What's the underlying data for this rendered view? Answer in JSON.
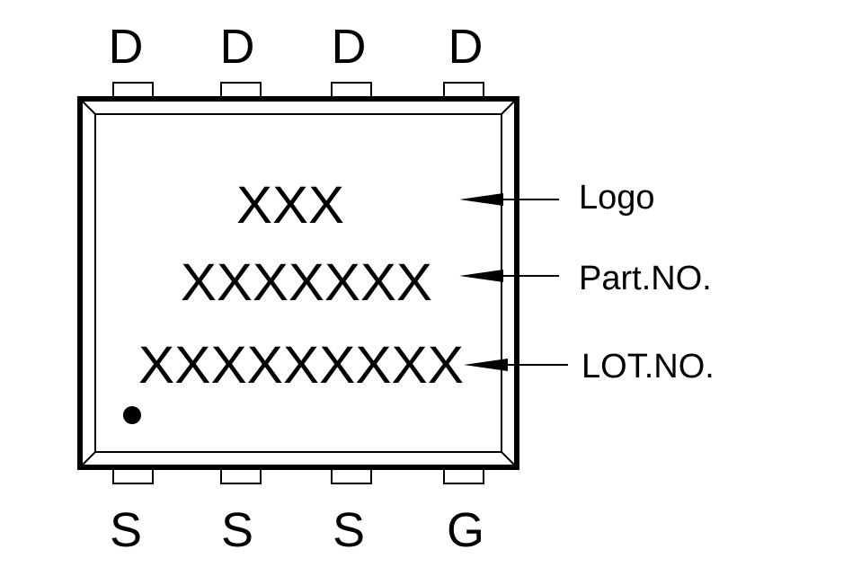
{
  "package": {
    "top_pins": [
      "D",
      "D",
      "D",
      "D"
    ],
    "bottom_pins": [
      "S",
      "S",
      "S",
      "G"
    ],
    "marking": {
      "logo": "XXX",
      "part_no": "XXXXXXX",
      "lot_no": "XXXXXXXXX"
    },
    "callouts": {
      "logo": "Logo",
      "part_no": "Part.NO.",
      "lot_no": "LOT.NO."
    }
  },
  "colors": {
    "ink": "#000000",
    "background": "#ffffff"
  }
}
